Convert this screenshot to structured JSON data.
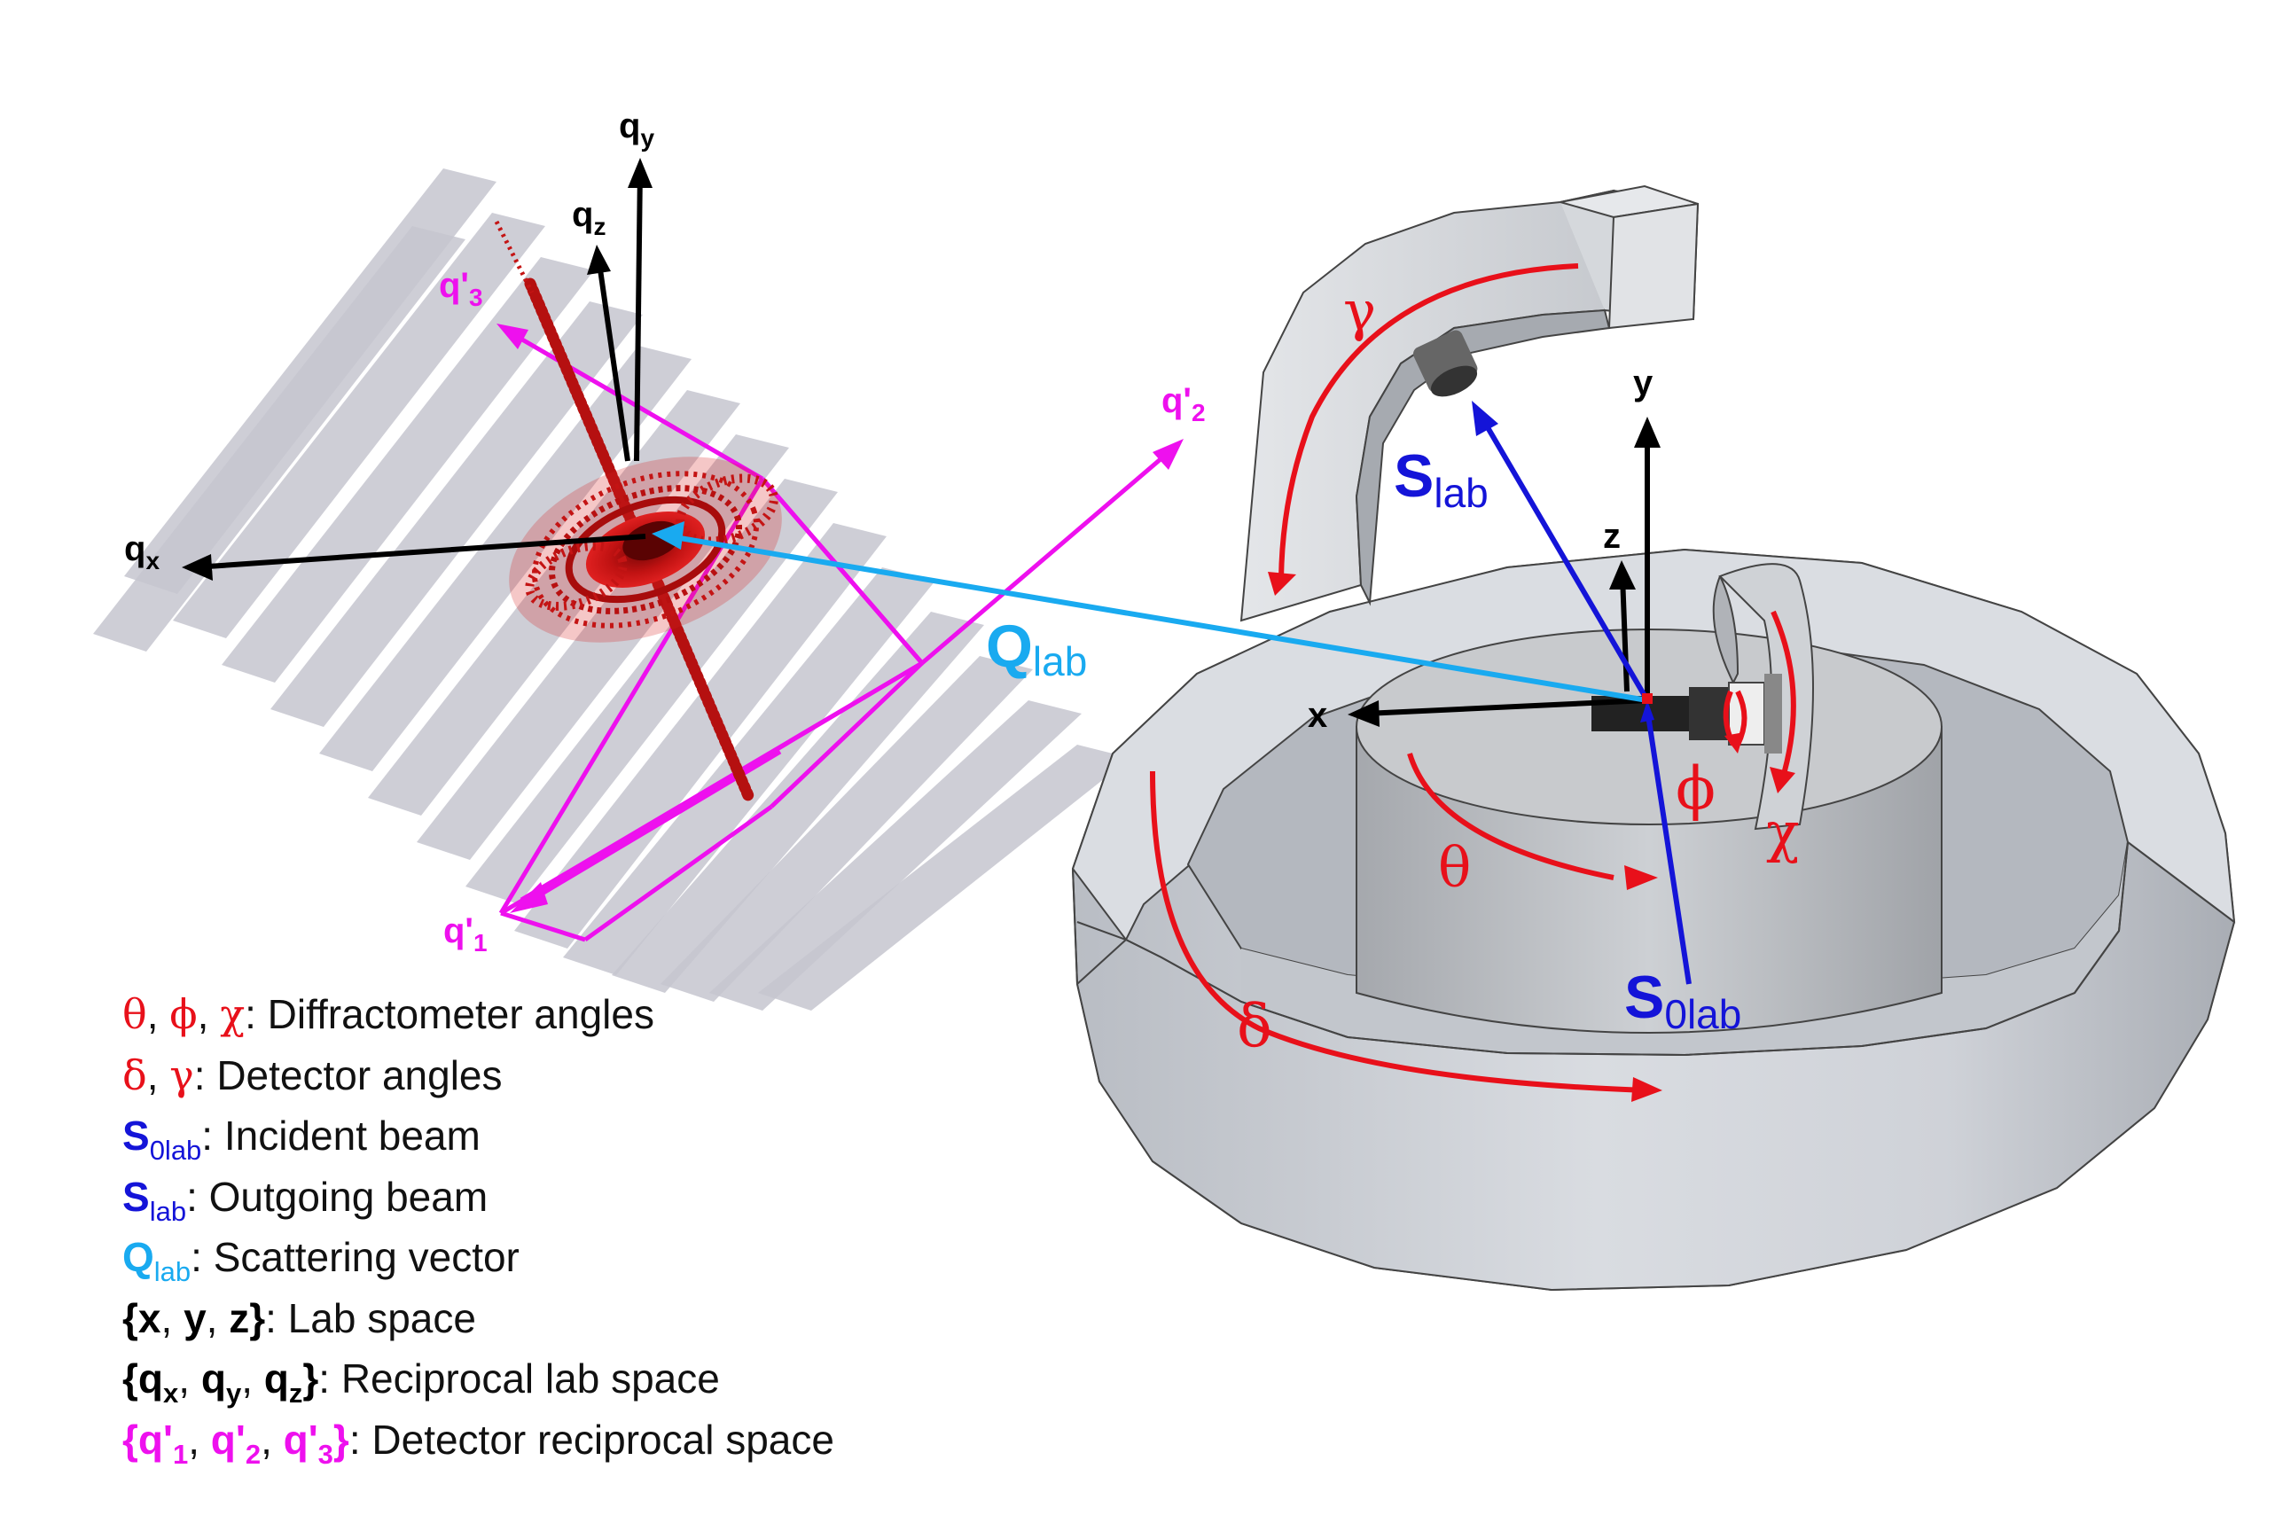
{
  "figure": {
    "reciprocal_axes": {
      "qx": {
        "base": "q",
        "sub": "x"
      },
      "qy": {
        "base": "q",
        "sub": "y"
      },
      "qz": {
        "base": "q",
        "sub": "z"
      },
      "q1": {
        "base": "q'",
        "sub": "1"
      },
      "q2": {
        "base": "q'",
        "sub": "2"
      },
      "q3": {
        "base": "q'",
        "sub": "3"
      }
    },
    "lab_axes": {
      "x": "x",
      "y": "y",
      "z": "z"
    },
    "vectors": {
      "Q": {
        "base": "Q",
        "sub": "lab"
      },
      "S": {
        "base": "S",
        "sub": "lab"
      },
      "S0": {
        "base": "S",
        "sub": "0lab"
      }
    },
    "angles": {
      "theta": "θ",
      "phi": "ϕ",
      "chi": "χ",
      "delta": "δ",
      "gamma": "γ"
    }
  },
  "legend": {
    "diffractometer": {
      "theta": "θ",
      "sep1": ", ",
      "phi": "ϕ",
      "sep2": ", ",
      "chi": "χ",
      "text": ": Diffractometer angles"
    },
    "detector": {
      "delta": "δ",
      "sep1": ", ",
      "gamma": "γ",
      "text": ": Detector angles"
    },
    "incident": {
      "base": "S",
      "sub": "0lab",
      "text": ": Incident beam"
    },
    "outgoing": {
      "base": "S",
      "sub": "lab",
      "text": ": Outgoing beam"
    },
    "scattering": {
      "base": "Q",
      "sub": "lab",
      "text": ": Scattering vector"
    },
    "lab_space": {
      "open": "{",
      "x": "x",
      "sep1": ", ",
      "y": "y",
      "sep2": ", ",
      "z": "z",
      "close": "}",
      "text": ": Lab space"
    },
    "reciprocal_lab": {
      "open": "{",
      "qx": "q",
      "qx_sub": "x",
      "sep1": ", ",
      "qy": "q",
      "qy_sub": "y",
      "sep2": ", ",
      "qz": "q",
      "qz_sub": "z",
      "close": "}",
      "text": ": Reciprocal lab space"
    },
    "detector_reciprocal": {
      "open": "{",
      "q1": "q'",
      "q1_sub": "1",
      "sep1": ", ",
      "q2": "q'",
      "q2_sub": "2",
      "sep2": ", ",
      "q3": "q'",
      "q3_sub": "3",
      "close": "}",
      "text": ": Detector reciprocal space"
    }
  },
  "colors": {
    "angle_red": "#e8101a",
    "beam_blue": "#1414d8",
    "q_cyan": "#19aaf0",
    "detector_magenta": "#ee10ee",
    "axis_black": "#000000",
    "metal_grey": "#c9cdd4",
    "fringe_grey": "#c6c6cf",
    "cloud_red": "#c41414"
  }
}
